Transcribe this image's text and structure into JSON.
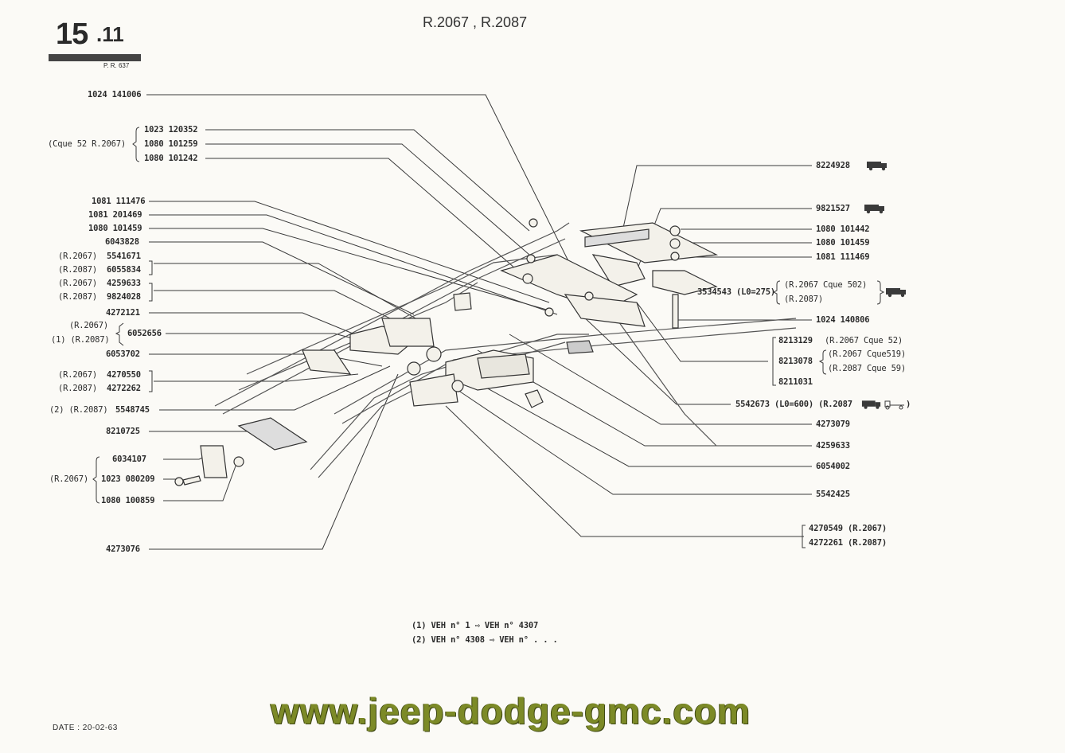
{
  "header": {
    "page_number": "15",
    "page_sub": ".11",
    "pr_reference": "P. R. 637",
    "models": "R.2067 , R.2087"
  },
  "left_labels": {
    "l1": "1024 141006",
    "cque_group": "(Cque 52 R.2067)",
    "l2": "1023 120352",
    "l3": "1080 101259",
    "l4": "1080 101242",
    "l5": "1081 111476",
    "l6": "1081 201469",
    "l7": "1080 101459",
    "l8": "6043828",
    "l9a_prefix": "(R.2067)",
    "l9a": "5541671",
    "l9b_prefix": "(R.2087)",
    "l9b": "6055834",
    "l10a_prefix": "(R.2067)",
    "l10a": "4259633",
    "l10b_prefix": "(R.2087)",
    "l10b": "9824028",
    "l11": "4272121",
    "l12_prefix1": "(R.2067)",
    "l12_prefix2": "(1) (R.2087)",
    "l12": "6052656",
    "l13": "6053702",
    "l14a_prefix": "(R.2067)",
    "l14a": "4270550",
    "l14b_prefix": "(R.2087)",
    "l14b": "4272262",
    "l15_prefix": "(2) (R.2087)",
    "l15": "5548745",
    "l16": "8210725",
    "l17": "6034107",
    "l18_prefix": "(R.2067)",
    "l18": "1023 080209",
    "l19": "1080 100859",
    "l20": "4273076"
  },
  "right_labels": {
    "r1": "8224928",
    "r2": "9821527",
    "r3": "1080 101442",
    "r4": "1080 101459",
    "r5": "1081 111469",
    "r6": "3534543 (L0=275)",
    "r6_a": "(R.2067 Cque 502)",
    "r6_b": "(R.2087)",
    "r7": "1024 140806",
    "r8a": "8213129",
    "r8a_note": "(R.2067 Cque 52)",
    "r8b": "8213078",
    "r8b_note1": "(R.2067 Cque519)",
    "r8b_note2": "(R.2087 Cque 59)",
    "r8c": "8211031",
    "r9": "5542673 (L0=600) (R.2087",
    "r9_end": ")",
    "r10": "4273079",
    "r11": "4259633",
    "r12": "6054002",
    "r13": "5542425",
    "r14a": "4270549 (R.2067)",
    "r14b": "4272261 (R.2087)"
  },
  "footnotes": {
    "f1": "(1) VEH n° 1 ⇨ VEH n° 4307",
    "f2": "(2) VEH n° 4308 ⇨ VEH n° . . ."
  },
  "date": "DATE : 20-02-63",
  "watermark": "www.jeep-dodge-gmc.com",
  "colors": {
    "paper": "#fbfaf6",
    "ink": "#2b2b2b",
    "watermark": "#7c8a27"
  },
  "icons": [
    "truck-icon",
    "truck-icon",
    "truck-icon",
    "truck-icon",
    "tractor-icon"
  ]
}
